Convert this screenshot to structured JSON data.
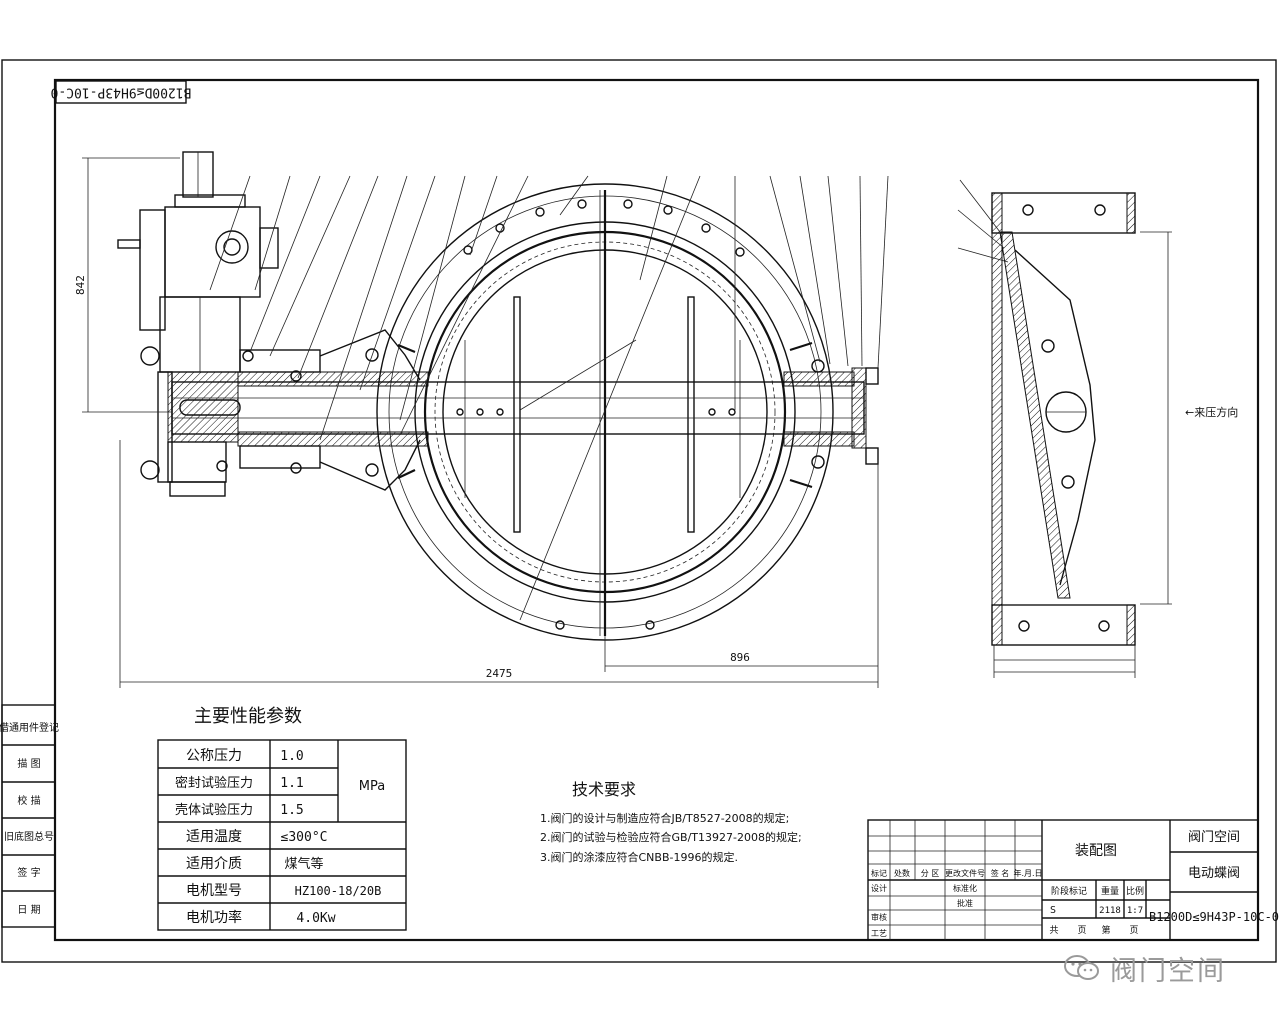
{
  "drawing_code_top": "B1200D≤9H43P-10C-0",
  "dimensions": {
    "height": "842",
    "width_total": "2475",
    "half": "896"
  },
  "flow_label": "←来压方向",
  "perf_title": "主要性能参数",
  "perf_rows": [
    {
      "label": "公称压力",
      "value": "1.0"
    },
    {
      "label": "密封试验压力",
      "value": "1.1"
    },
    {
      "label": "壳体试验压力",
      "value": "1.5"
    },
    {
      "label": "适用温度",
      "value": "≤300°C"
    },
    {
      "label": "适用介质",
      "value": "煤气等"
    },
    {
      "label": "电机型号",
      "value": "HZ100-18/20B"
    },
    {
      "label": "电机功率",
      "value": "4.0Kw"
    }
  ],
  "perf_unit": "MPa",
  "tech_title": "技术要求",
  "tech_lines": [
    "1.阀门的设计与制造应符合JB/T8527-2008的规定;",
    "2.阀门的试验与检验应符合GB/T13927-2008的规定;",
    "3.阀门的涂漆应符合CNBB-1996的规定."
  ],
  "left_strip": [
    "借通用件登记",
    "描 图",
    "校 描",
    "旧底图总号",
    "签 字",
    "日 期"
  ],
  "title_block": {
    "drawing_name": "装配图",
    "company": "阀门空间",
    "product": "电动蝶阀",
    "code": "B1200D≤9H43P-10C-0",
    "row_labels": [
      "标记",
      "处数",
      "分 区",
      "更改文件号",
      "签 名",
      "年.月.日"
    ],
    "left_labels": [
      "设计",
      "审核",
      "工艺"
    ],
    "mid_labels": [
      "标准化",
      "批准"
    ],
    "stage_header": [
      "阶段标记",
      "重量",
      "比例"
    ],
    "stage_mark": "S",
    "weight": "2118",
    "scale": "1:7",
    "sheet_text": [
      "共",
      "页",
      "第",
      "页"
    ]
  },
  "watermark": "阀门空间"
}
